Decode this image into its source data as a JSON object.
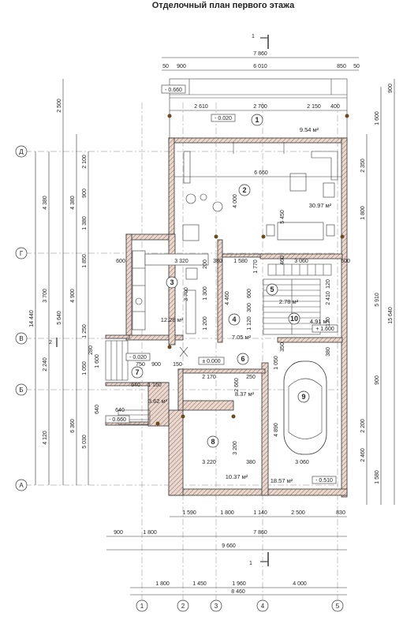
{
  "title": "Отделочный план первого этажа",
  "section_mark": "1",
  "axes_letters": [
    "Д",
    "Г",
    "В",
    "Б",
    "А"
  ],
  "axes_numbers": [
    "1",
    "2",
    "3",
    "4",
    "5"
  ],
  "room_numbers": [
    "1",
    "2",
    "3",
    "4",
    "5",
    "6",
    "7",
    "8",
    "9",
    "10"
  ],
  "areas": {
    "r1": "9.54 м²",
    "r2": "30.97 м²",
    "r3": "12.28 м²",
    "r4": "7.05 м²",
    "r5": "2.78 м²",
    "r6": "8.37 м²",
    "r7": "3.62 м²",
    "r8": "10.37 м²",
    "r9": "18.57 м²",
    "r10": "4.91 м²"
  },
  "levels": {
    "terrace_low": "- 0.660",
    "terrace": "- 0.020",
    "hall": "± 0.000",
    "porch": "- 0.020",
    "porch_low": "- 0.660",
    "garage": "- 0.510",
    "stair_top": "+ 1.600"
  },
  "dims_top": {
    "overall": "7 860",
    "row2": [
      "50",
      "900",
      "6 010",
      "850",
      "50"
    ],
    "row3": [
      "2 610",
      "2 700",
      "2 150",
      "400"
    ]
  },
  "dims_left": {
    "outer": "14 440",
    "col2": [
      "4 380",
      "3 700",
      "2 240",
      "4 120"
    ],
    "col3": [
      "2 500",
      "4 380",
      "4 900",
      "5 640",
      "6 360"
    ],
    "col4": [
      "2 100",
      "900",
      "1 380",
      "1 850",
      "1 250",
      "280",
      "1 050",
      "1 600",
      "640",
      "5 030"
    ]
  },
  "dims_right": {
    "outer": "15 640",
    "col2": [
      "1 600",
      "5 910",
      "900",
      "1 580"
    ],
    "col3": [
      "2 350",
      "1 800",
      "2 200",
      "2 460"
    ],
    "col4": [
      "900"
    ]
  },
  "dims_bottom": {
    "row1": [
      "1 590",
      "1 800",
      "1 140",
      "2 500",
      "830"
    ],
    "row2": [
      "900",
      "1 800",
      "7 860"
    ],
    "row3": "9 660",
    "row4": [
      "1 800",
      "1 450",
      "1 960",
      "4 000"
    ],
    "row5": "8 460"
  },
  "inner_dims": [
    "6 660",
    "4 000",
    "5 450",
    "3 320",
    "200",
    "380",
    "1 580",
    "1 770",
    "460",
    "3 060",
    "600",
    "600",
    "3 700",
    "1 300",
    "1 200",
    "4 460",
    "1 120",
    "300",
    "600",
    "2 410",
    "120",
    "350",
    "380",
    "1 050",
    "750",
    "900",
    "150",
    "1 160",
    "640",
    "640",
    "2 170",
    "2 660",
    "250",
    "3 220",
    "380",
    "3 060",
    "3 200",
    "4 890",
    "120"
  ],
  "colors": {
    "wall": "#b58b7a",
    "line": "#333333",
    "grid": "#888888"
  }
}
